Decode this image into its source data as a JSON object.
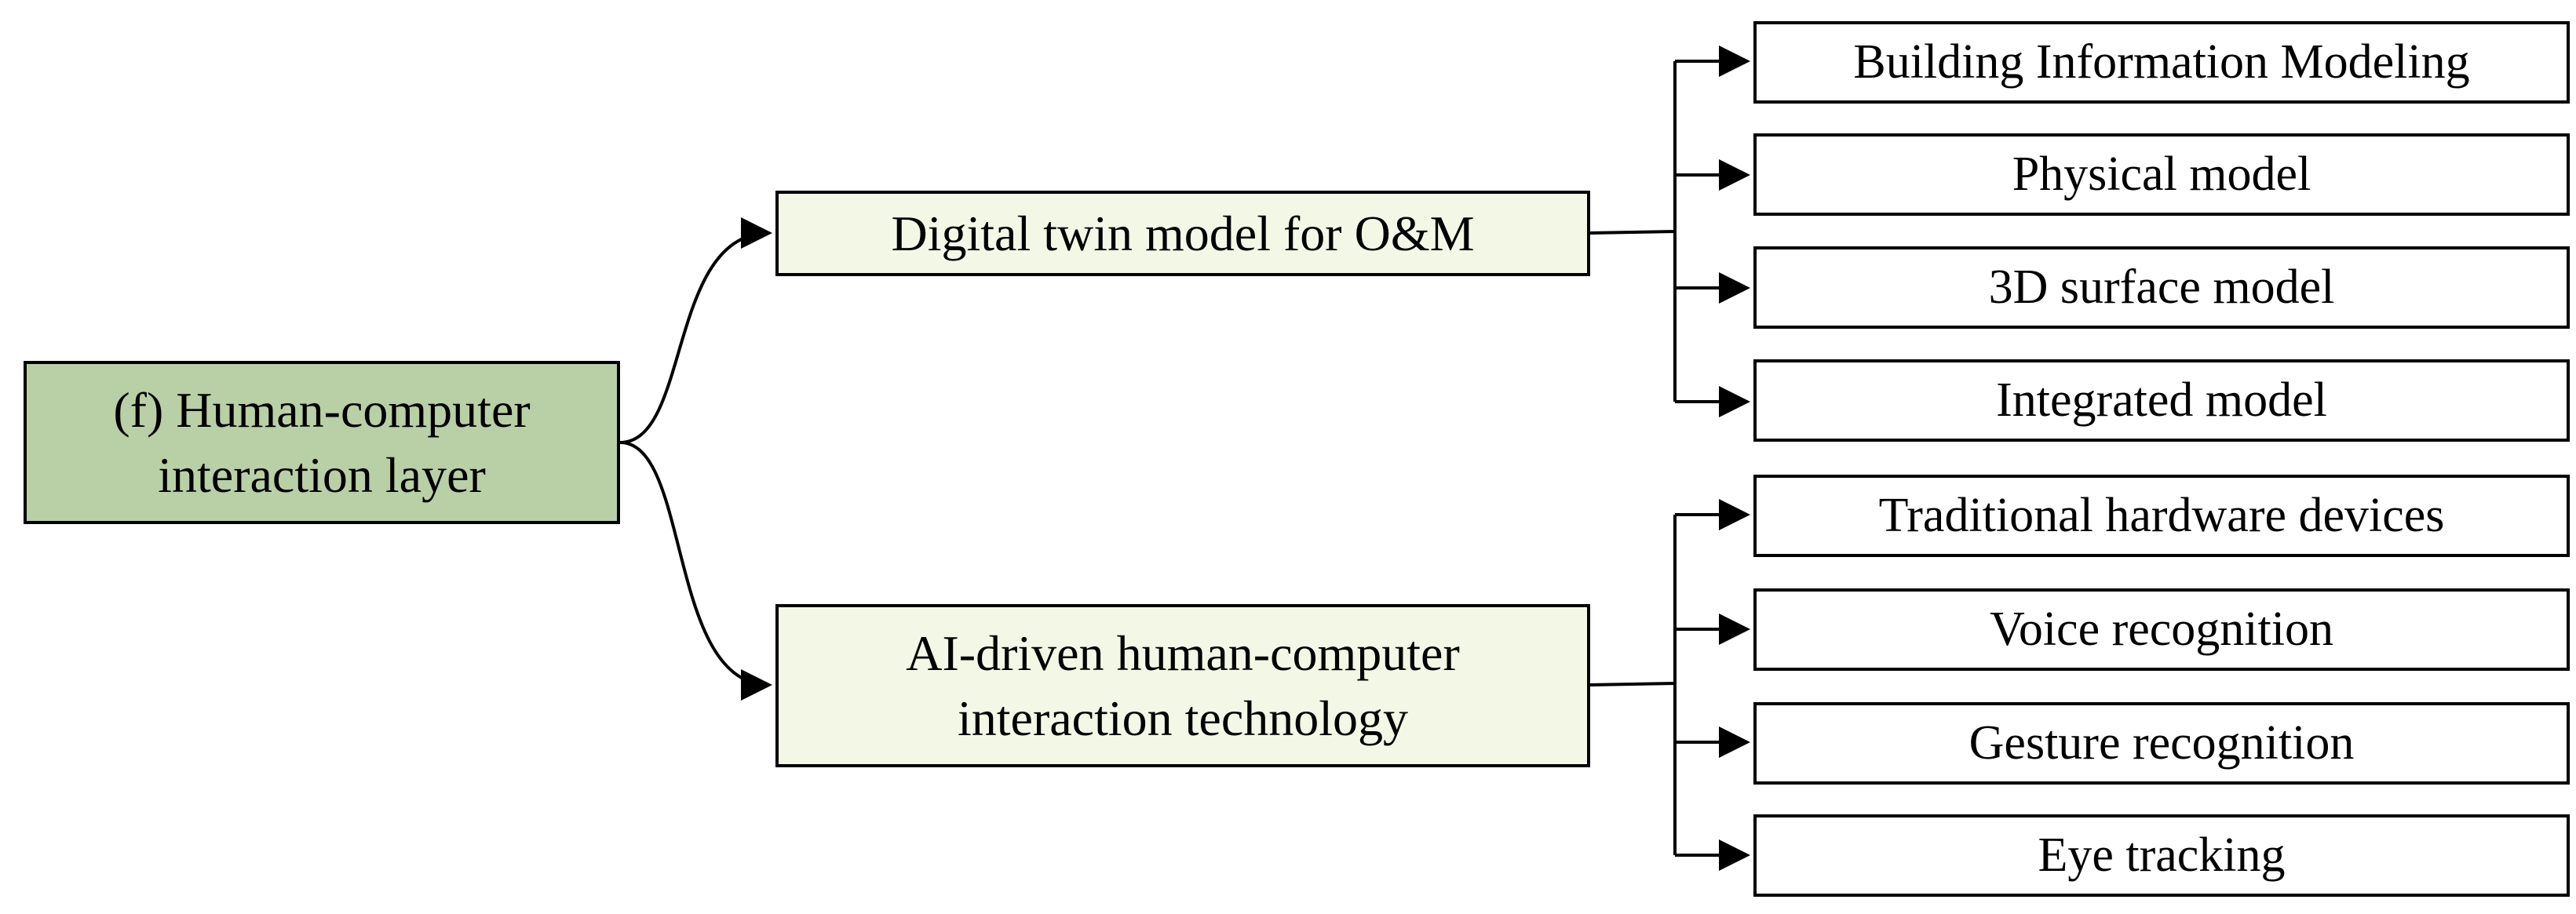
{
  "colors": {
    "root_fill": "#b9cfa6",
    "mid_fill": "#f3f7e6",
    "leaf_fill": "#ffffff",
    "line": "#000000"
  },
  "root": {
    "label": "(f) Human-computer interaction layer"
  },
  "branches": [
    {
      "label": "Digital twin model for O&M",
      "children": [
        "Building Information Modeling",
        "Physical model",
        "3D surface model",
        "Integrated model"
      ]
    },
    {
      "label": "AI-driven human-computer interaction technology",
      "children": [
        "Traditional hardware devices",
        "Voice recognition",
        "Gesture recognition",
        "Eye tracking"
      ]
    }
  ]
}
